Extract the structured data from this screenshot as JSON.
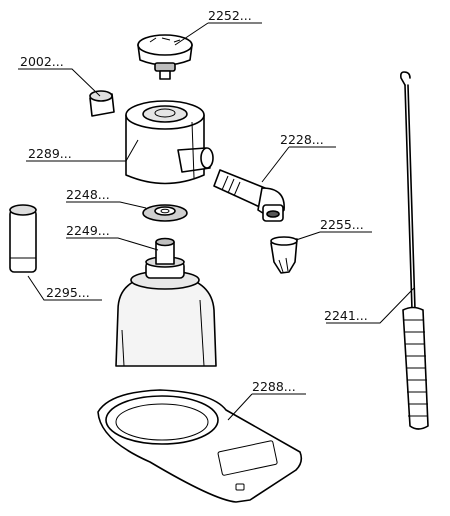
{
  "callouts": [
    {
      "id": "c2252",
      "label": "2252..."
    },
    {
      "id": "c2002",
      "label": "2002..."
    },
    {
      "id": "c2289",
      "label": "2289..."
    },
    {
      "id": "c2228",
      "label": "2228..."
    },
    {
      "id": "c2248",
      "label": "2248..."
    },
    {
      "id": "c2249",
      "label": "2249..."
    },
    {
      "id": "c2255",
      "label": "2255..."
    },
    {
      "id": "c2295",
      "label": "2295..."
    },
    {
      "id": "c2241",
      "label": "2241..."
    },
    {
      "id": "c2288",
      "label": "2288..."
    }
  ],
  "colors": {
    "line": "#000000",
    "fill": "#ffffff",
    "shade": "#cfcfcf",
    "dark": "#555555"
  }
}
